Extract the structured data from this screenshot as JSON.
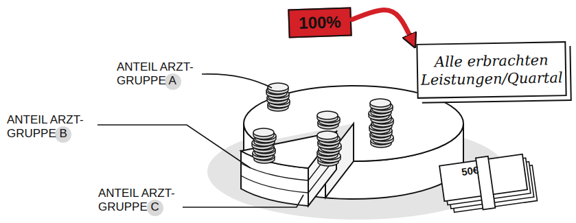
{
  "diagram": {
    "nodes": [
      {
        "text": [
          "100%"
        ]
      },
      {
        "text": [
          "Alle erbrachten Leistungen/Quartal"
        ]
      }
    ],
    "edges": [
      {
        "from": 0,
        "to": 1,
        "arrow": "to"
      }
    ],
    "labels": [
      "ANTEIL ARZT- GRUPPE A",
      "ANTEIL ARZT- GRUPPE B",
      "ANTEIL ARZT- GRUPPE C",
      "50€"
    ]
  }
}
